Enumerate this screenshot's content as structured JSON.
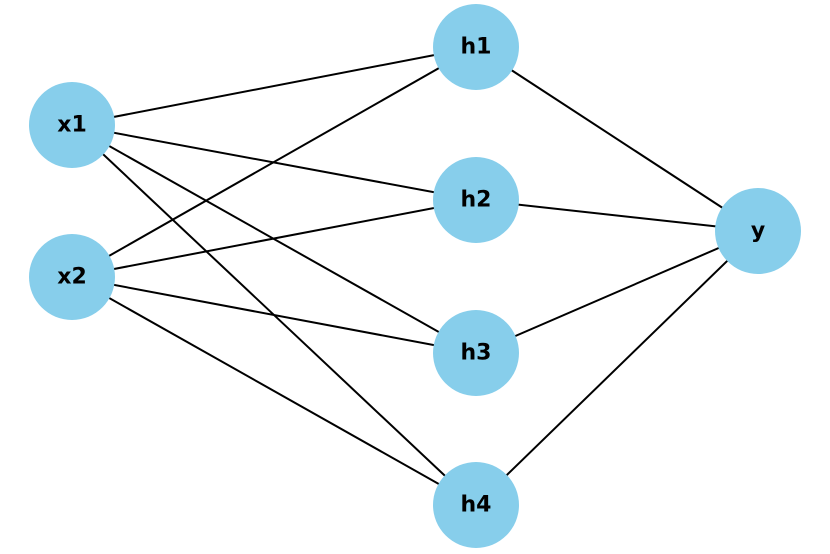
{
  "diagram": {
    "node_color": "#87CEEB",
    "edge_color": "#000000",
    "nodes": [
      {
        "id": "x1",
        "label": "x1"
      },
      {
        "id": "x2",
        "label": "x2"
      },
      {
        "id": "h1",
        "label": "h1"
      },
      {
        "id": "h2",
        "label": "h2"
      },
      {
        "id": "h3",
        "label": "h3"
      },
      {
        "id": "h4",
        "label": "h4"
      },
      {
        "id": "y",
        "label": "y"
      }
    ],
    "edges": [
      [
        "x1",
        "h1"
      ],
      [
        "x1",
        "h2"
      ],
      [
        "x1",
        "h3"
      ],
      [
        "x1",
        "h4"
      ],
      [
        "x2",
        "h1"
      ],
      [
        "x2",
        "h2"
      ],
      [
        "x2",
        "h3"
      ],
      [
        "x2",
        "h4"
      ],
      [
        "h1",
        "y"
      ],
      [
        "h2",
        "y"
      ],
      [
        "h3",
        "y"
      ],
      [
        "h4",
        "y"
      ]
    ]
  }
}
